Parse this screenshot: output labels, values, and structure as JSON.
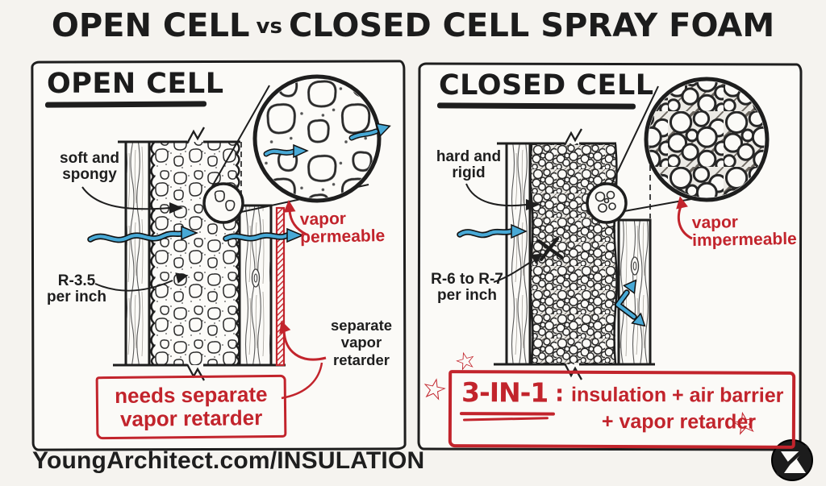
{
  "title": {
    "part1": "OPEN CELL",
    "vs": "vs",
    "part2": "CLOSED CELL SPRAY FOAM"
  },
  "left_panel": {
    "heading": "OPEN CELL",
    "texture_label": {
      "line1": "soft and",
      "line2": "spongy"
    },
    "r_value": {
      "line1": "R-3.5",
      "line2": "per inch"
    },
    "vapor": {
      "line1": "vapor",
      "line2": "permeable"
    },
    "retarder_note": {
      "line1": "separate",
      "line2": "vapor",
      "line3": "retarder"
    },
    "callout": {
      "line1": "needs separate",
      "line2": "vapor retarder"
    }
  },
  "right_panel": {
    "heading": "CLOSED CELL",
    "texture_label": {
      "line1": "hard and",
      "line2": "rigid"
    },
    "r_value": {
      "line1": "R-6 to R-7",
      "line2": "per inch"
    },
    "vapor": {
      "line1": "vapor",
      "line2": "impermeable"
    },
    "callout": {
      "badge": "3-IN-1",
      "colon": ":",
      "line1": "insulation + air barrier",
      "line2": "+ vapor retarder"
    },
    "star": "☆"
  },
  "footer": {
    "site": "YoungArchitect.com/INSULATION"
  },
  "colors": {
    "ink": "#1e1e1e",
    "red": "#c2242c",
    "blue": "#48a9d6",
    "paper": "#f5f3ef"
  }
}
